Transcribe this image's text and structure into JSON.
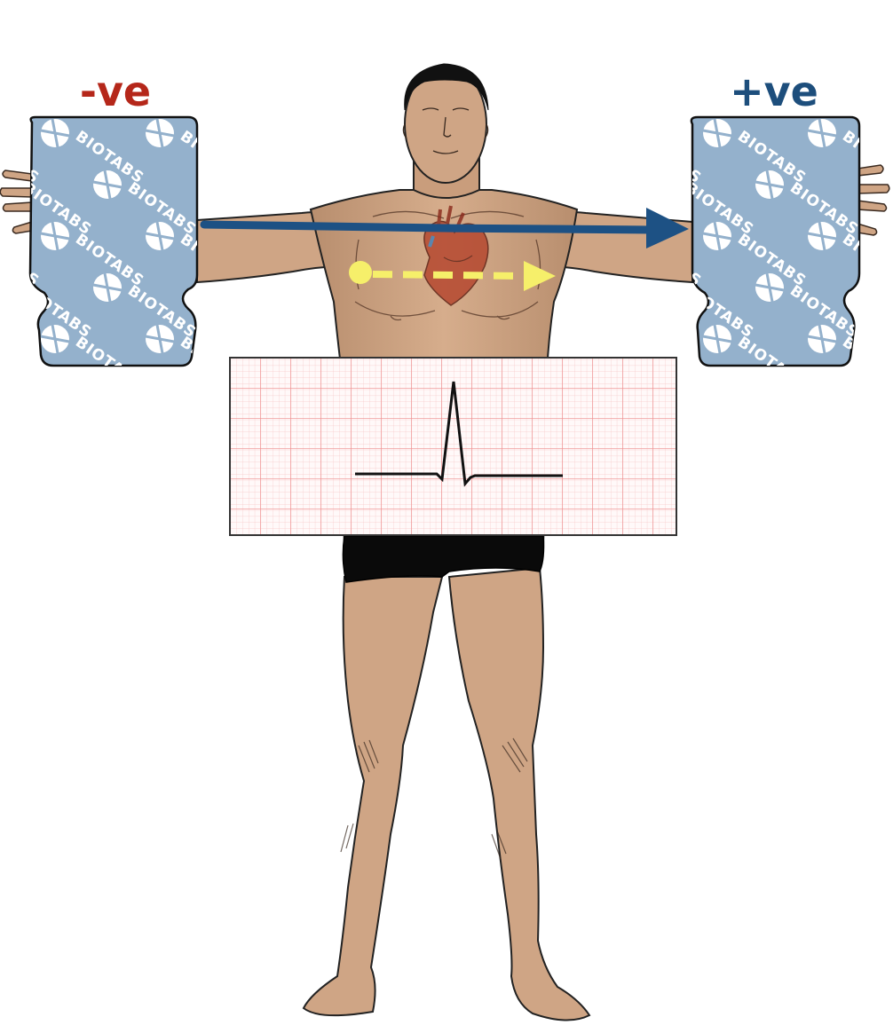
{
  "labels": {
    "negative": "-ve",
    "positive": "+ve"
  },
  "electrode_pad": {
    "brand_text": "BIOTABS"
  },
  "colors": {
    "negative_label": "#b5271a",
    "positive_label": "#1d4e7c",
    "lead_arrow": "#1d5184",
    "depolarization_arrow": "#f6ef6a",
    "electrode_pad": "#94b1cc",
    "skin": "#cfa585",
    "ecg_grid_minor": "#f7c7c7",
    "ecg_grid_major": "#ee8e8e",
    "ecg_trace": "#111111"
  },
  "icons": {
    "heart": "heart-icon",
    "electrode_logo": "biotabs-logo-icon"
  },
  "ecg": {
    "deflection": "positive",
    "waveform": "QRS complex"
  }
}
